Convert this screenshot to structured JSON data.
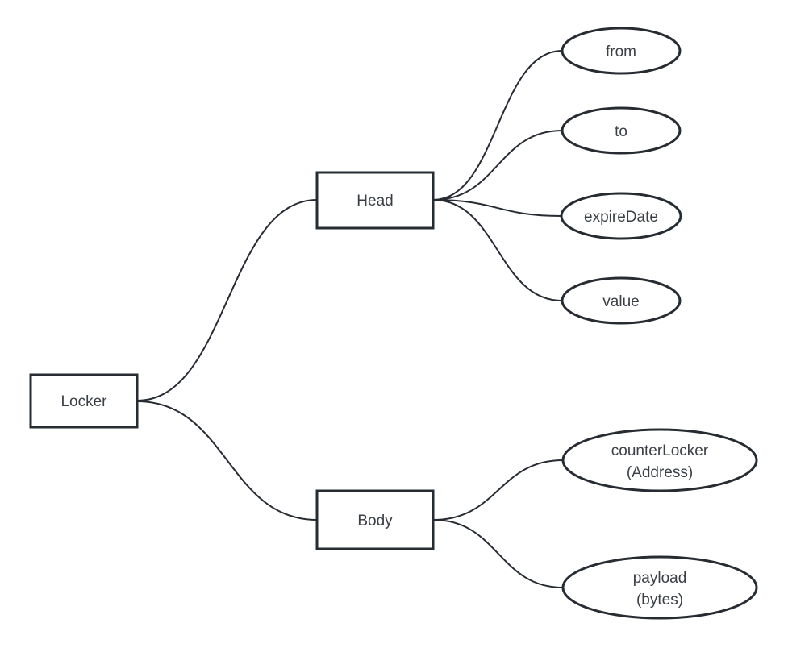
{
  "diagram": {
    "type": "tree",
    "colors": {
      "background": "#ffffff",
      "node_stroke": "#272c33",
      "label_text": "#3a3f45"
    },
    "nodes": {
      "locker": {
        "label": "Locker",
        "shape": "rectangle"
      },
      "head": {
        "label": "Head",
        "shape": "rectangle"
      },
      "body": {
        "label": "Body",
        "shape": "rectangle"
      },
      "from": {
        "label": "from",
        "shape": "ellipse"
      },
      "to": {
        "label": "to",
        "shape": "ellipse"
      },
      "expire_date": {
        "label": "expireDate",
        "shape": "ellipse"
      },
      "value": {
        "label": "value",
        "shape": "ellipse"
      },
      "counter_locker": {
        "line1": "counterLocker",
        "line2": "(Address)",
        "shape": "ellipse"
      },
      "payload": {
        "line1": "payload",
        "line2": "(bytes)",
        "shape": "ellipse"
      }
    },
    "edges": [
      {
        "from": "Locker",
        "to": "Head"
      },
      {
        "from": "Locker",
        "to": "Body"
      },
      {
        "from": "Head",
        "to": "from"
      },
      {
        "from": "Head",
        "to": "to"
      },
      {
        "from": "Head",
        "to": "expireDate"
      },
      {
        "from": "Head",
        "to": "value"
      },
      {
        "from": "Body",
        "to": "counterLocker (Address)"
      },
      {
        "from": "Body",
        "to": "payload (bytes)"
      }
    ]
  }
}
